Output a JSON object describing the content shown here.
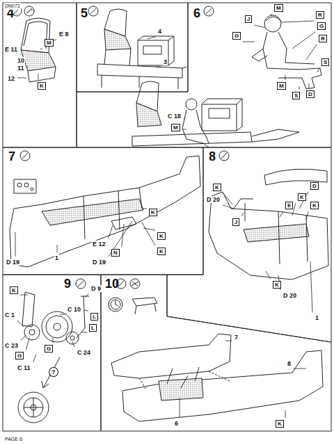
{
  "diagram": {
    "nodes": [
      {
        "text": [
          "4"
        ]
      },
      {
        "text": [
          "5"
        ]
      },
      {
        "text": [
          "6"
        ]
      },
      {
        "text": [
          "7"
        ]
      },
      {
        "text": [
          "8"
        ]
      },
      {
        "text": [
          "9"
        ]
      },
      {
        "text": [
          "10"
        ]
      }
    ],
    "labels": [
      "DN072",
      "E 11",
      "10",
      "11",
      "12",
      "E 8",
      "M",
      "K",
      "4",
      "3",
      "M",
      "J",
      "G",
      "R",
      "G",
      "R",
      "S",
      "M",
      "D",
      "S",
      "C 18",
      "M",
      "D 19",
      "1",
      "E 12",
      "N",
      "D 19",
      "K",
      "K",
      "K",
      "K",
      "D 20",
      "J",
      "D",
      "K",
      "E",
      "K",
      "K",
      "D 20",
      "1",
      "K",
      "C 1",
      "C 23",
      "G",
      "C 10",
      "D 9",
      "L",
      "L",
      "G",
      "?",
      "C 24",
      "C 11",
      "7",
      "6",
      "8",
      "K",
      "PAGE 6"
    ]
  }
}
